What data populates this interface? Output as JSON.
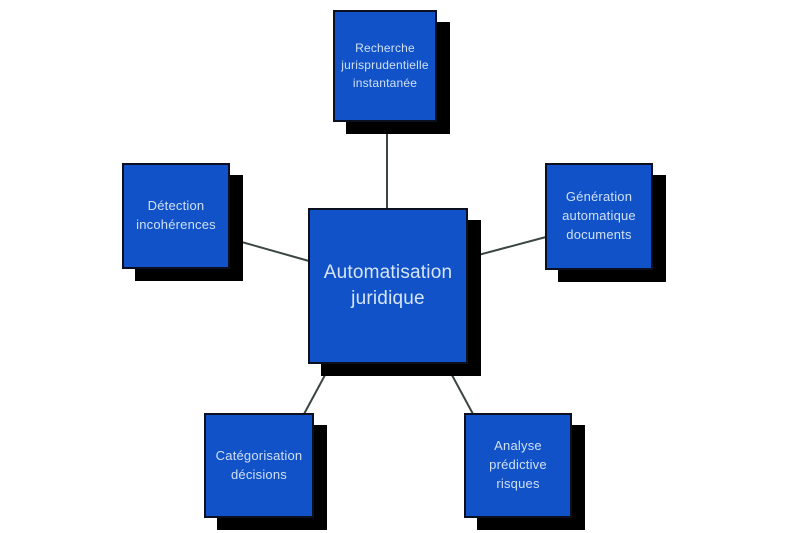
{
  "diagram": {
    "type": "mind-map",
    "center_node": {
      "id": "automatisation-juridique",
      "label": "Automatisation\njuridique"
    },
    "nodes": [
      {
        "id": "recherche-jurisprudentielle",
        "position": "top",
        "label": "Recherche\njurisprudentielle\ninstantanée"
      },
      {
        "id": "generation-documents",
        "position": "right",
        "label": "Génération\nautomatique\ndocuments"
      },
      {
        "id": "detection-incoherences",
        "position": "left",
        "label": "Détection\nincohérences"
      },
      {
        "id": "categorisation-decisions",
        "position": "bottom-left",
        "label": "Catégorisation\ndécisions"
      },
      {
        "id": "analyse-predictive",
        "position": "bottom-right",
        "label": "Analyse\nprédictive\nrisques"
      }
    ],
    "edges": [
      {
        "from": "automatisation-juridique",
        "to": "recherche-jurisprudentielle"
      },
      {
        "from": "automatisation-juridique",
        "to": "generation-documents"
      },
      {
        "from": "automatisation-juridique",
        "to": "detection-incoherences"
      },
      {
        "from": "automatisation-juridique",
        "to": "categorisation-decisions"
      },
      {
        "from": "automatisation-juridique",
        "to": "analyse-predictive"
      }
    ]
  },
  "colors": {
    "node_fill": "#1152c8",
    "node_border": "#0a1020",
    "node_shadow": "#000000",
    "node_text": "#cfe0f5",
    "connector": "#3a463f",
    "background": "#ffffff"
  }
}
